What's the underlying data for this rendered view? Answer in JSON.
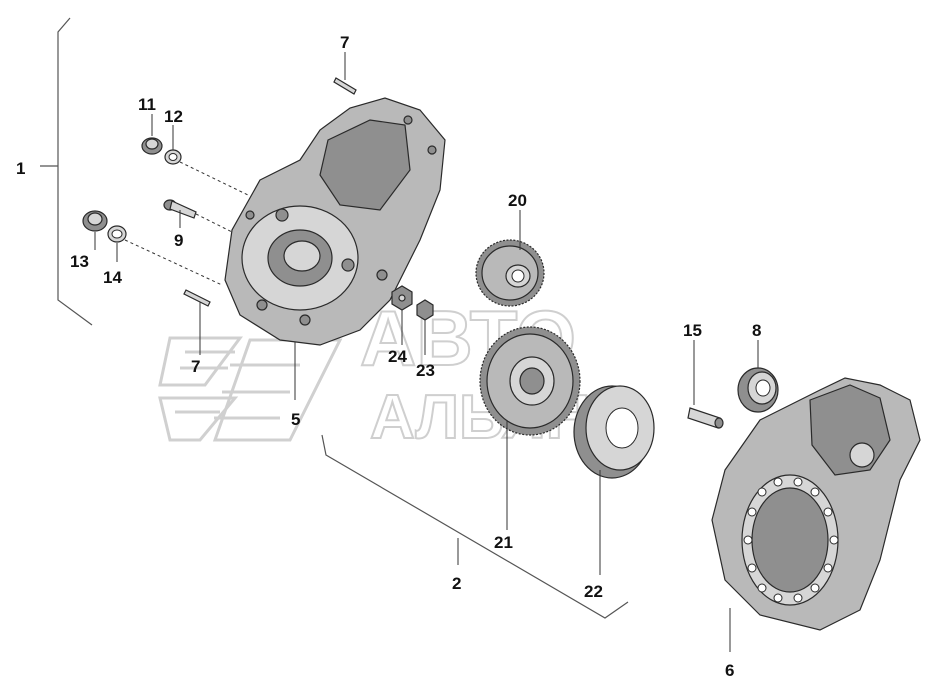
{
  "watermark": {
    "line1": "АВТО",
    "line2": "АЛЬЯНС"
  },
  "labels": {
    "l1": "1",
    "l2": "2",
    "l5": "5",
    "l6": "6",
    "l7a": "7",
    "l7b": "7",
    "l8": "8",
    "l9": "9",
    "l11": "11",
    "l12": "12",
    "l13": "13",
    "l14": "14",
    "l15": "15",
    "l20": "20",
    "l21": "21",
    "l22": "22",
    "l23": "23",
    "l24": "24"
  }
}
